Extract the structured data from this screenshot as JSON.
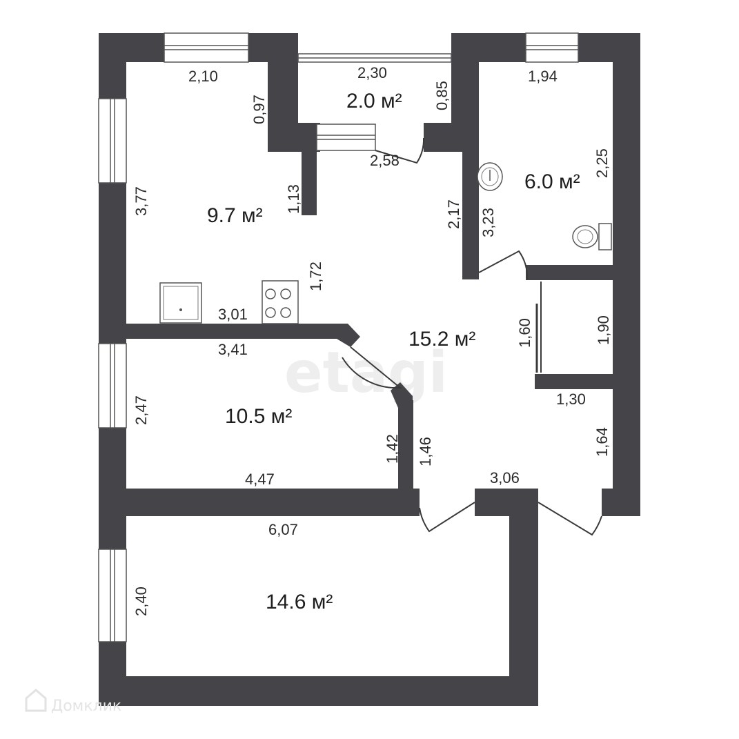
{
  "watermark": "etagi",
  "branding": "Домклик",
  "rooms": {
    "kitchen": {
      "area": "9.7 м²"
    },
    "balcony": {
      "area": "2.0 м²"
    },
    "bathroom": {
      "area": "6.0 м²"
    },
    "hall": {
      "area": "15.2 м²"
    },
    "bedroom": {
      "area": "10.5 м²"
    },
    "living_room": {
      "area": "14.6 м²"
    }
  },
  "dimensions": {
    "d_2_10": "2,10",
    "d_2_30": "2,30",
    "d_0_85": "0,85",
    "d_1_94": "1,94",
    "d_0_97": "0,97",
    "d_2_58": "2,58",
    "d_2_25": "2,25",
    "d_3_77": "3,77",
    "d_1_13": "1,13",
    "d_2_17": "2,17",
    "d_3_23": "3,23",
    "d_1_72": "1,72",
    "d_3_01": "3,01",
    "d_3_41": "3,41",
    "d_1_60": "1,60",
    "d_1_90": "1,90",
    "d_1_30": "1,30",
    "d_2_47": "2,47",
    "d_1_42": "1,42",
    "d_1_46": "1,46",
    "d_1_64": "1,64",
    "d_3_06": "3,06",
    "d_4_47": "4,47",
    "d_6_07": "6,07",
    "d_2_40": "2,40"
  }
}
